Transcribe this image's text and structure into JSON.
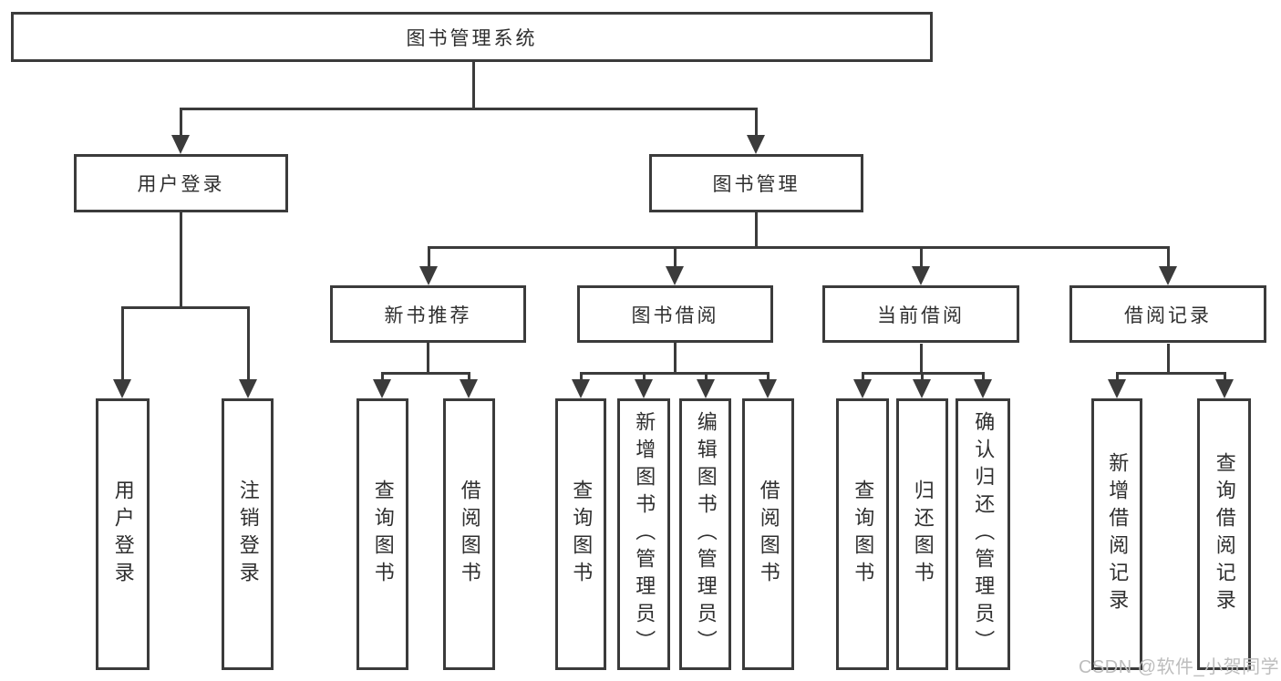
{
  "colors": {
    "line": "#3b3b3b",
    "text": "#2f2f2f",
    "watermark": "#bdbdbd",
    "bg": "#ffffff"
  },
  "tree": {
    "root": "图书管理系统",
    "branches": [
      {
        "label": "用户登录",
        "children": [
          "用户登录",
          "注销登录"
        ]
      },
      {
        "label": "图书管理",
        "groups": [
          {
            "label": "新书推荐",
            "children": [
              "查询图书",
              "借阅图书"
            ]
          },
          {
            "label": "图书借阅",
            "children": [
              "查询图书",
              "新增图书（管理员）",
              "编辑图书（管理员）",
              "借阅图书"
            ]
          },
          {
            "label": "当前借阅",
            "children": [
              "查询图书",
              "归还图书",
              "确认归还（管理员）"
            ]
          },
          {
            "label": "借阅记录",
            "children": [
              "新增借阅记录",
              "查询借阅记录"
            ]
          }
        ]
      }
    ]
  },
  "watermark": "CSDN @软件_小贺同学"
}
